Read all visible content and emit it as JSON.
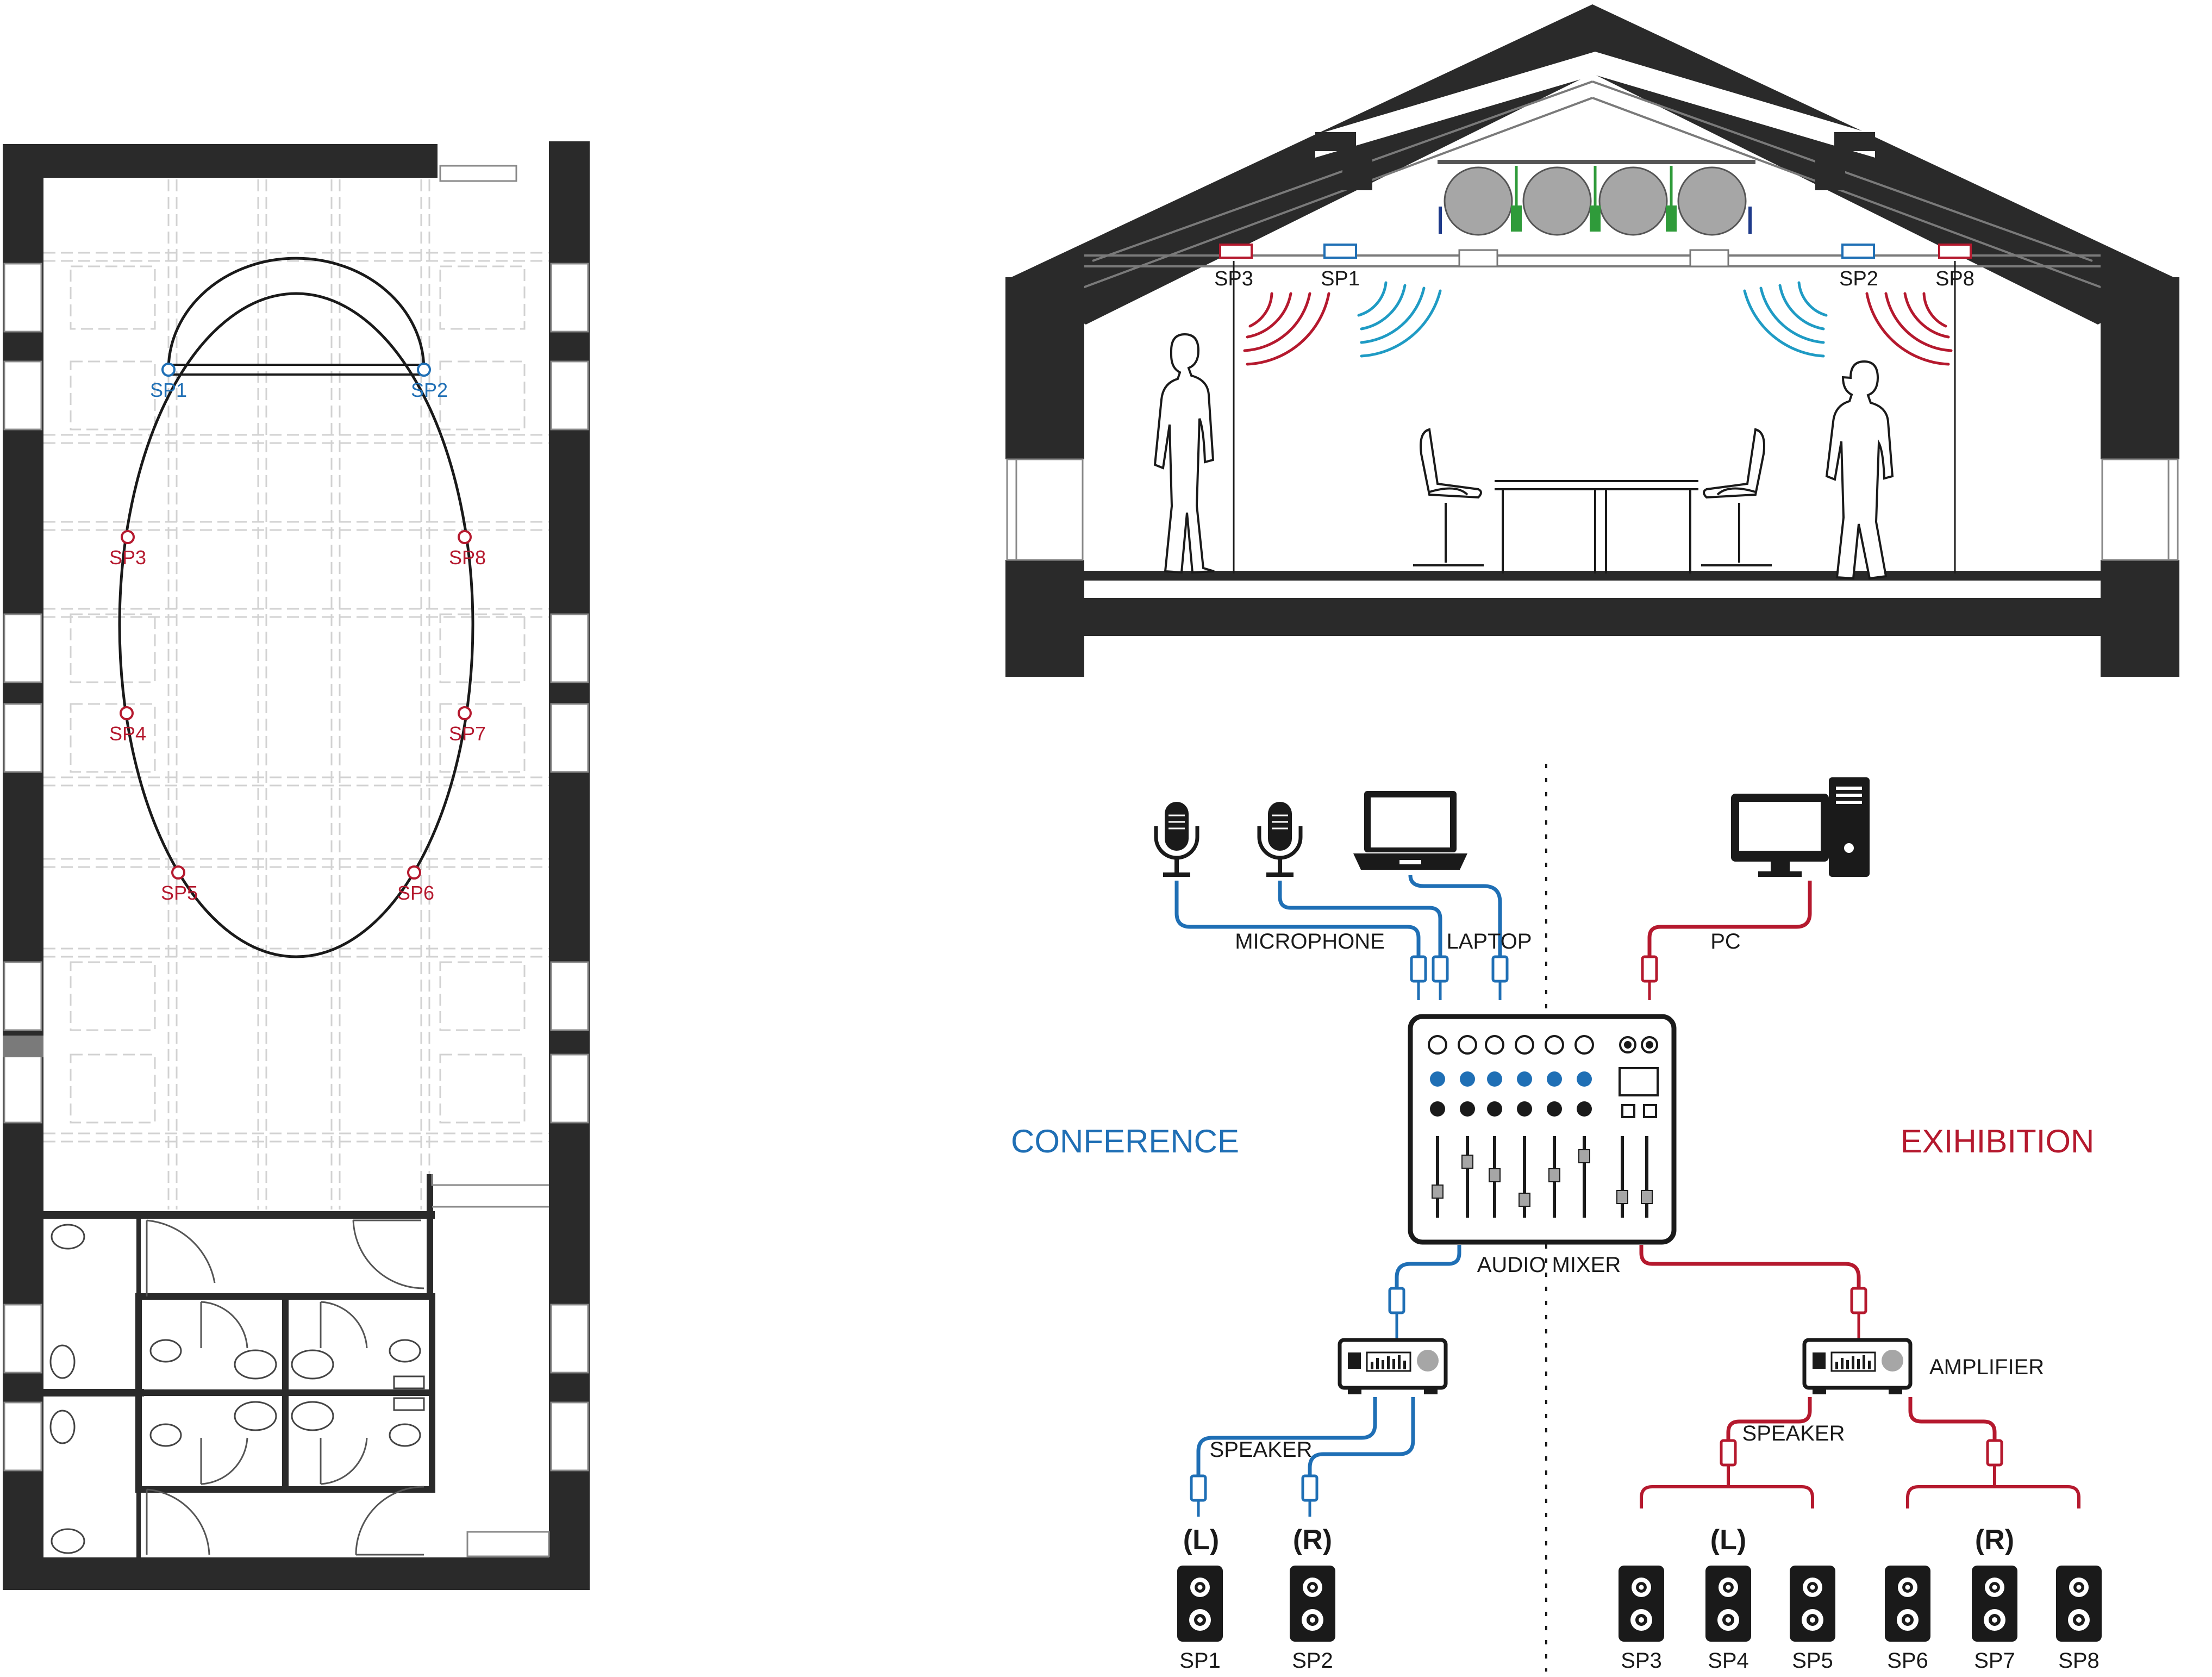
{
  "colors": {
    "conference": "#1f6fb5",
    "exhibition": "#b5192e",
    "ink": "#1a1a1a",
    "wall": "#2a2a2a",
    "grid": "#cfcfcf",
    "subwoofer": "#a6a6a6"
  },
  "floor_plan": {
    "speakers_conference": [
      "SP1",
      "SP2"
    ],
    "speakers_exhibition": [
      "SP3",
      "SP8",
      "SP4",
      "SP7",
      "SP5",
      "SP6"
    ]
  },
  "section": {
    "speakers_conference": [
      "SP1",
      "SP2"
    ],
    "speakers_exhibition": [
      "SP3",
      "SP8"
    ]
  },
  "schematic": {
    "conference_title": "CONFERENCE",
    "exhibition_title": "EXIHIBITION",
    "microphone_label": "MICROPHONE",
    "laptop_label": "LAPTOP",
    "pc_label": "PC",
    "mixer_label": "AUDIO MIXER",
    "amplifier_label": "AMPLIFIER",
    "speaker_label_left": "SPEAKER",
    "speaker_label_right": "SPEAKER",
    "conf_left_channel": "(L)",
    "conf_right_channel": "(R)",
    "exh_left_channel": "(L)",
    "exh_right_channel": "(R)",
    "conference_speakers": [
      "SP1",
      "SP2"
    ],
    "exhibition_speakers": [
      "SP3",
      "SP4",
      "SP5",
      "SP6",
      "SP7",
      "SP8"
    ]
  }
}
